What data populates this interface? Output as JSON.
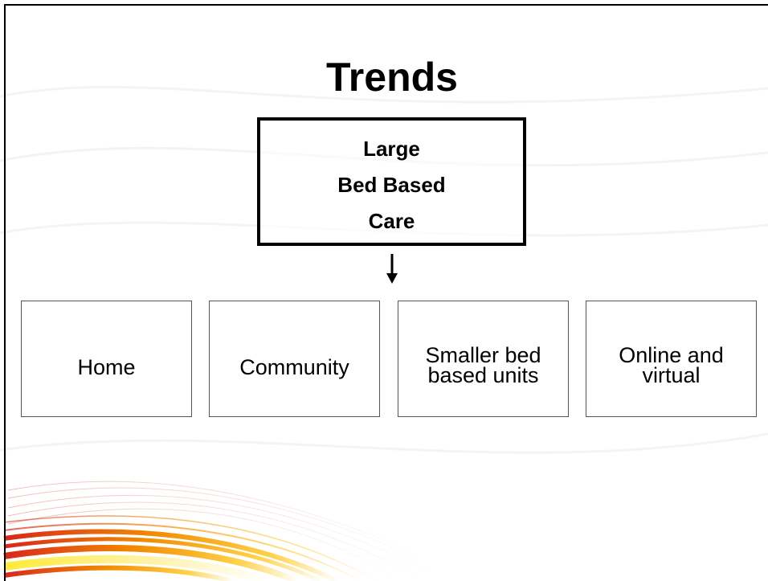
{
  "title": "Trends",
  "main_box": {
    "lines": [
      "Large",
      "Bed Based",
      "Care"
    ]
  },
  "arrow_icon": "down-arrow-icon",
  "trends": [
    {
      "lines": [
        "Home"
      ]
    },
    {
      "lines": [
        "Community"
      ]
    },
    {
      "lines": [
        "Smaller bed",
        "based units"
      ]
    },
    {
      "lines": [
        "Online and",
        "virtual"
      ]
    }
  ],
  "colors": {
    "text": "#000000",
    "background": "#ffffff",
    "swoosh_orange": "#f28c00",
    "swoosh_red": "#d9261c",
    "swoosh_yellow": "#ffe11a"
  }
}
